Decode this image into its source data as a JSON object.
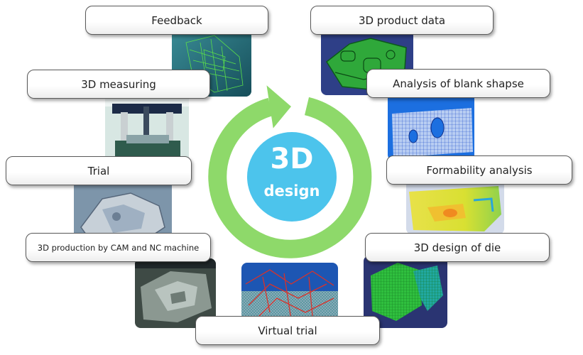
{
  "center": {
    "title": "3D",
    "subtitle": "design",
    "arrow_color": "#8ed96a",
    "circle_color": "#4cc4ec"
  },
  "steps": [
    {
      "label": "Feedback"
    },
    {
      "label": "3D product data"
    },
    {
      "label": "Analysis of blank shapse"
    },
    {
      "label": "Formability analysis"
    },
    {
      "label": "3D design of die"
    },
    {
      "label": "Virtual trial"
    },
    {
      "label": "3D production by CAM and NC machine"
    },
    {
      "label": "Trial"
    },
    {
      "label": "3D measuring"
    }
  ],
  "photos": [
    {
      "icon": "wireframe-feedback-image"
    },
    {
      "icon": "product-data-model-image"
    },
    {
      "icon": "blank-shape-mesh-image"
    },
    {
      "icon": "formability-contour-image"
    },
    {
      "icon": "die-design-model-image"
    },
    {
      "icon": "virtual-trial-simulation-image"
    },
    {
      "icon": "cnc-machined-part-image"
    },
    {
      "icon": "trial-pressed-part-image"
    },
    {
      "icon": "measuring-machine-image"
    }
  ]
}
